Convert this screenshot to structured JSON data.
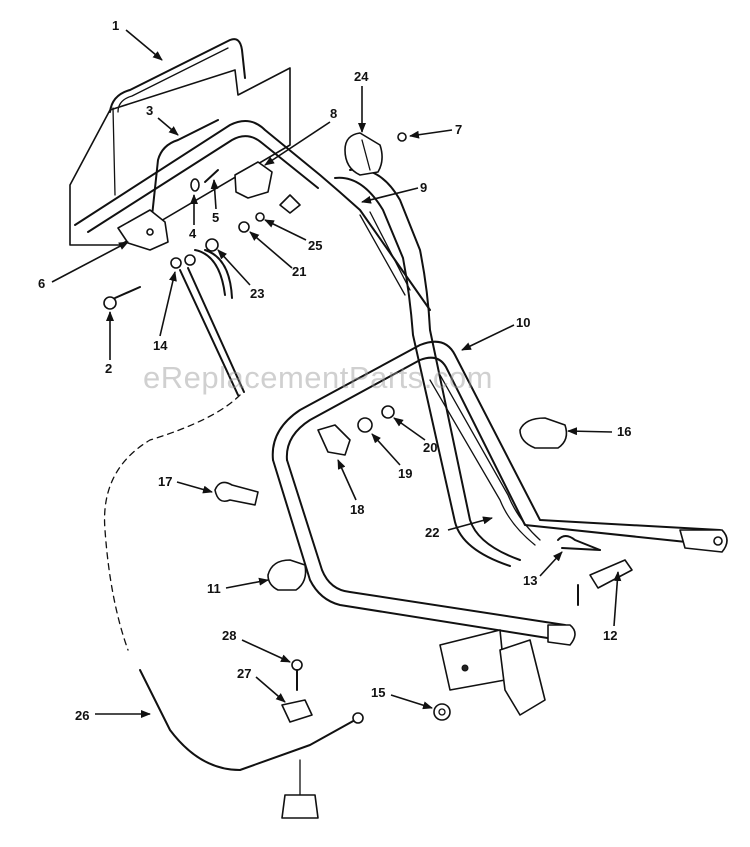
{
  "diagram": {
    "watermark": "eReplacementParts.com",
    "callouts": [
      "1",
      "2",
      "3",
      "4",
      "5",
      "6",
      "7",
      "8",
      "9",
      "10",
      "11",
      "12",
      "13",
      "14",
      "15",
      "16",
      "17",
      "18",
      "19",
      "20",
      "21",
      "22",
      "23",
      "24",
      "25",
      "26",
      "27",
      "28"
    ]
  },
  "colors": {
    "ink": "#111111",
    "background": "#ffffff",
    "watermark": "#969696"
  }
}
